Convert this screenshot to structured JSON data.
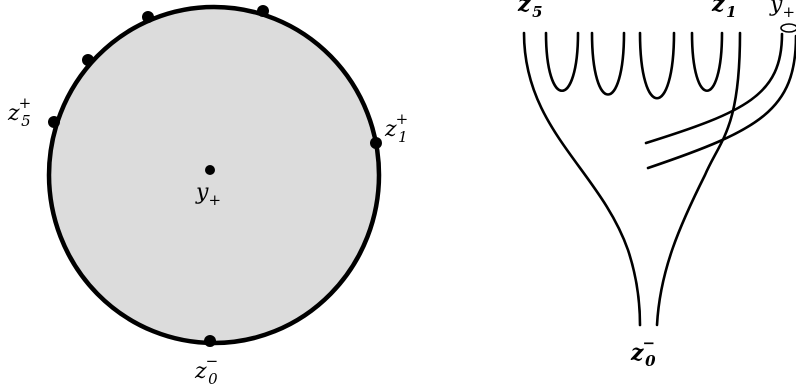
{
  "left_disk": {
    "labels": {
      "center": {
        "base": "y",
        "sup": "",
        "sub": "+"
      },
      "z5_plus": {
        "base": "z",
        "sup": "+",
        "sub": "5"
      },
      "z1_plus": {
        "base": "z",
        "sup": "+",
        "sub": "1"
      },
      "z0_minus": {
        "base": "z",
        "sup": "−",
        "sub": "0"
      }
    }
  },
  "right_surface": {
    "labels": {
      "z5": {
        "base": "z",
        "sup": "+",
        "sub": "5"
      },
      "z1": {
        "base": "z",
        "sup": "+",
        "sub": "1"
      },
      "y_plus": {
        "base": "y",
        "sup": "",
        "sub": "+"
      },
      "z0_minus": {
        "base": "z",
        "sup": "−",
        "sub": "0"
      }
    }
  },
  "colors": {
    "disk_fill": "#dcdcdc",
    "stroke": "#000000"
  }
}
